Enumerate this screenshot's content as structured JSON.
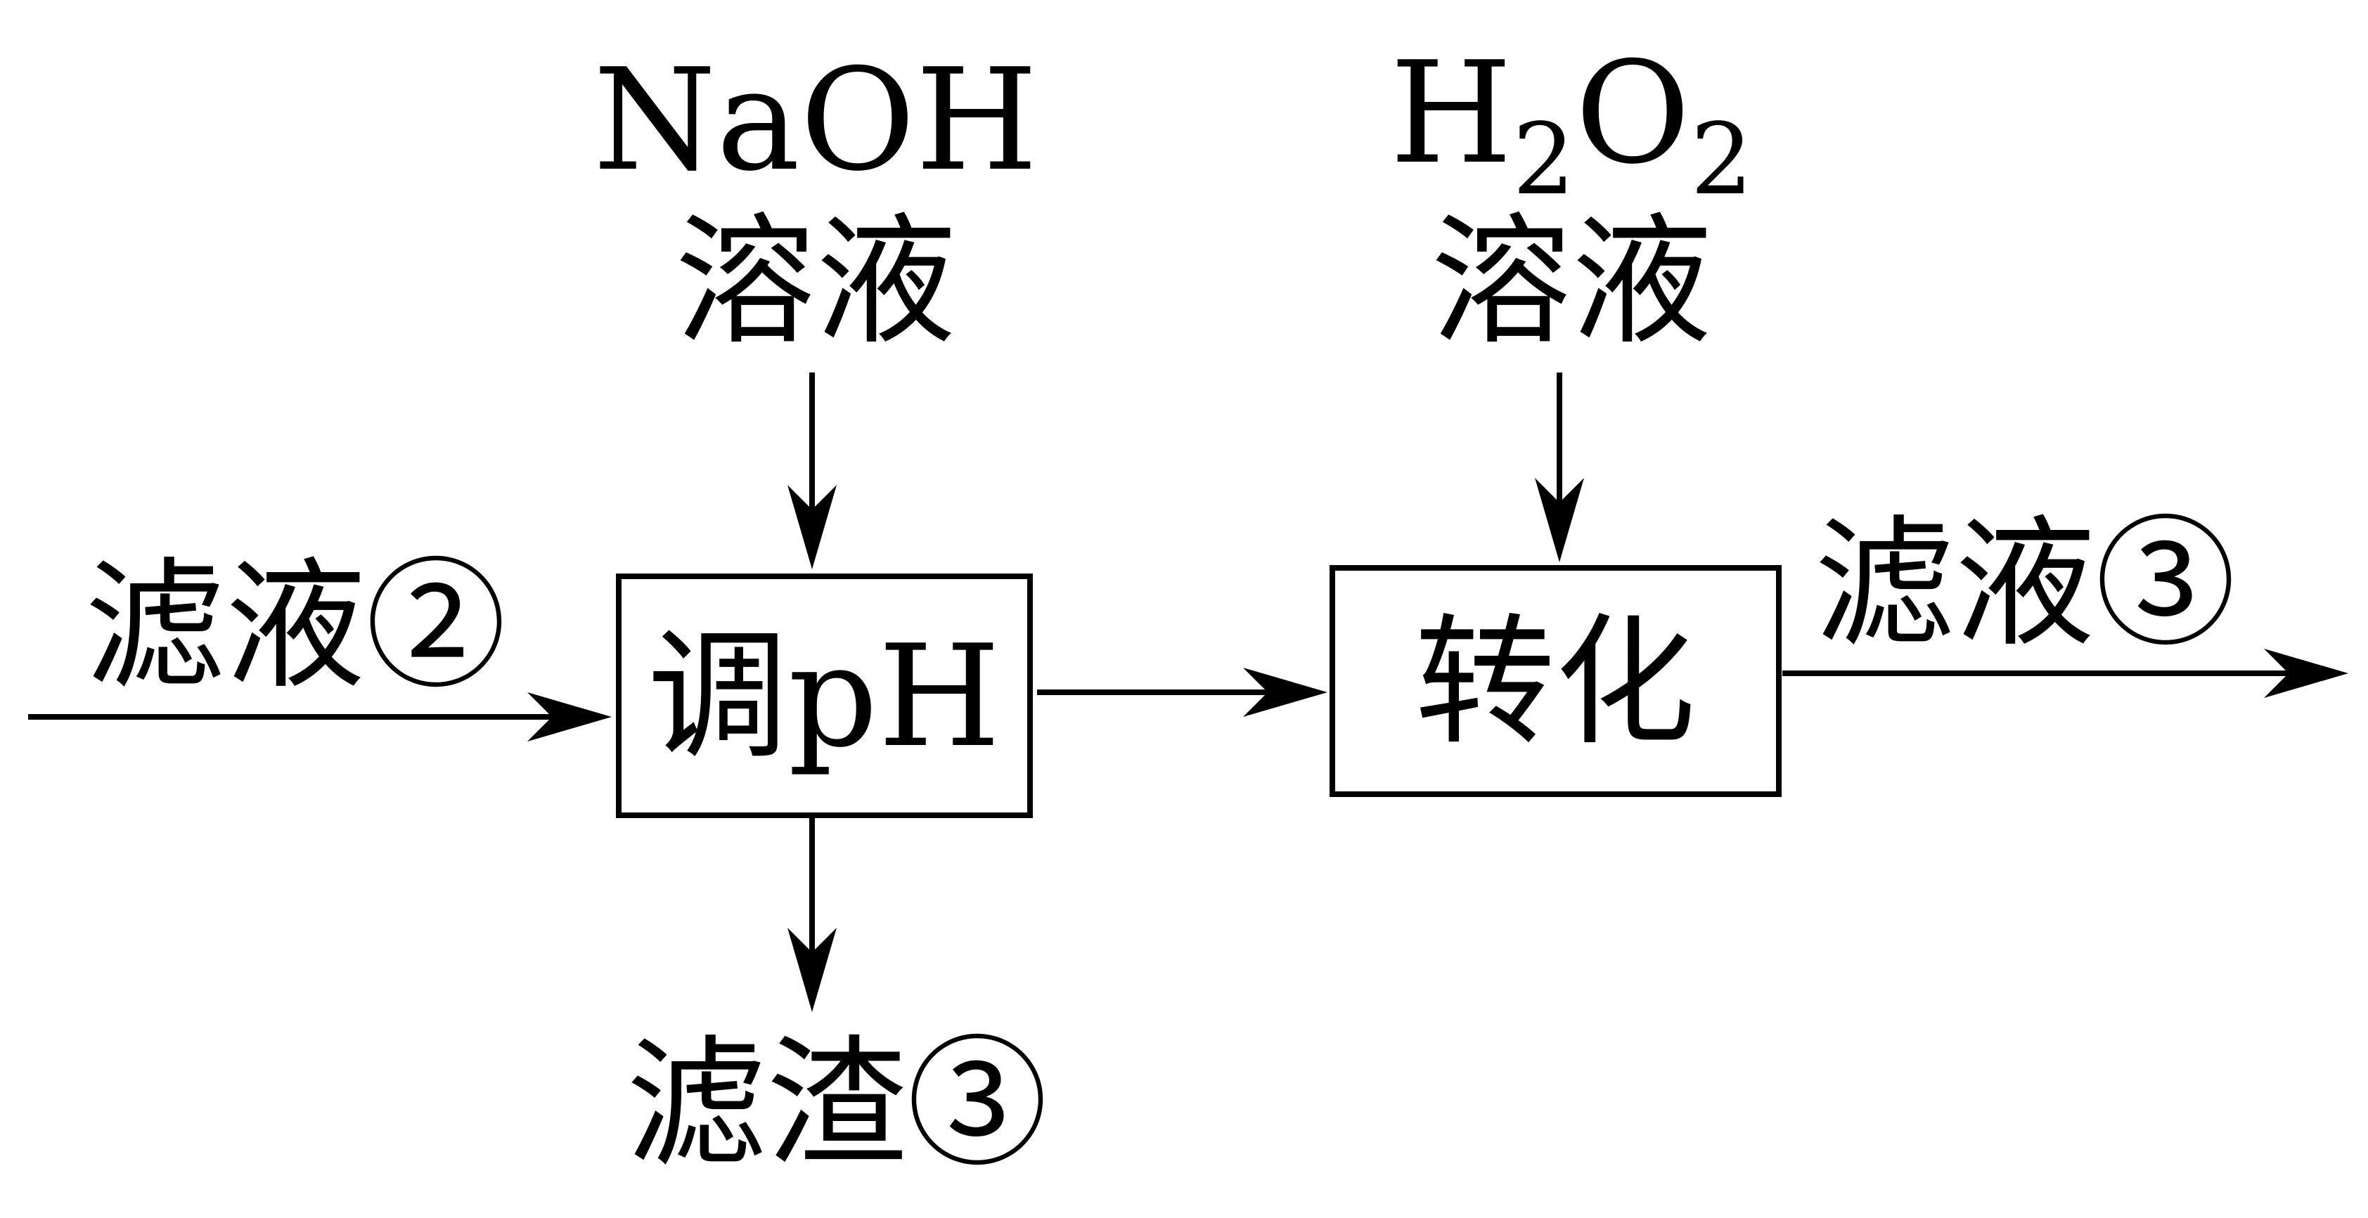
{
  "inputs": {
    "naoh_formula": "NaOH",
    "naoh_solution": "溶液",
    "h2o2_h": "H",
    "h2o2_sub1": "2",
    "h2o2_o": "O",
    "h2o2_sub2": "2",
    "h2o2_solution": "溶液",
    "filtrate_in": "滤液②"
  },
  "steps": {
    "adjust_ph": "调pH",
    "conversion": "转化"
  },
  "outputs": {
    "residue": "滤渣③",
    "filtrate_out": "滤液③"
  },
  "colors": {
    "stroke": "#000000",
    "background": "#ffffff"
  }
}
